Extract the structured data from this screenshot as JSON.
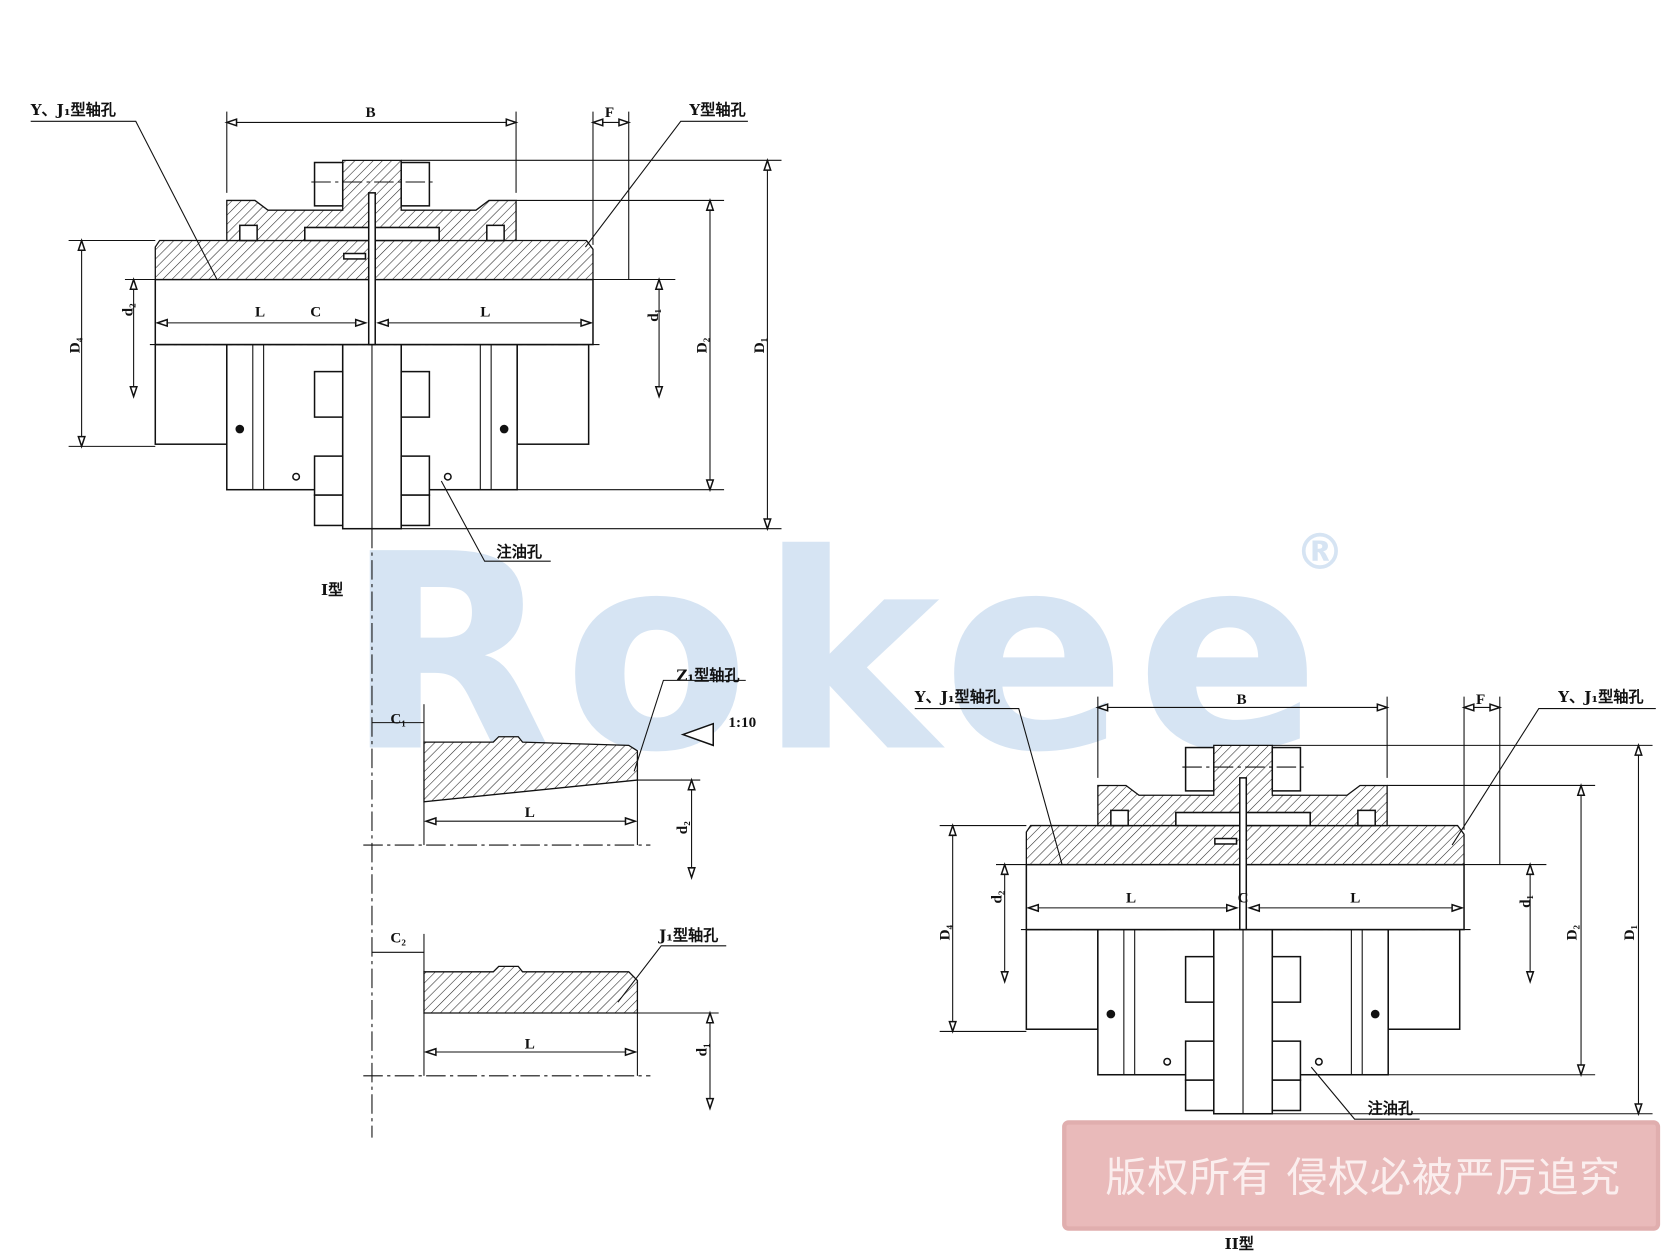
{
  "type_i": {
    "title": "I型",
    "label_left_bore": "Y、J₁型轴孔",
    "label_right_bore": "Y型轴孔",
    "label_oil_hole": "注油孔",
    "dims": {
      "B": "B",
      "F": "F",
      "L_left": "L",
      "L_right": "L",
      "C": "C",
      "d2": "d₂",
      "d1": "d₁",
      "D4": "D₄",
      "D2": "D₂",
      "D1": "D₁"
    }
  },
  "section_z1": {
    "title": "Z₁型轴孔",
    "taper": "1:10",
    "dims": {
      "C1": "C₁",
      "L": "L",
      "d2": "d₂"
    }
  },
  "section_j1": {
    "title": "J₁型轴孔",
    "dims": {
      "C2": "C₂",
      "L": "L",
      "d1": "d₁"
    }
  },
  "type_ii": {
    "title": "II型",
    "label_left_bore": "Y、J₁型轴孔",
    "label_right_bore": "Y、J₁型轴孔",
    "label_oil_hole": "注油孔",
    "dims": {
      "B": "B",
      "F": "F",
      "L_left": "L",
      "L_right": "L",
      "C": "C",
      "d2": "d₂",
      "d1": "d₁",
      "D4": "D₄",
      "D2": "D₂",
      "D1": "D₁"
    }
  },
  "watermark": {
    "logo_text": "Rokee",
    "registered_mark": "®",
    "copyright_text": "版权所有 侵权必被严厉追究",
    "logo_color": "#c9dcef",
    "stamp_color": "#e4aaaa"
  }
}
